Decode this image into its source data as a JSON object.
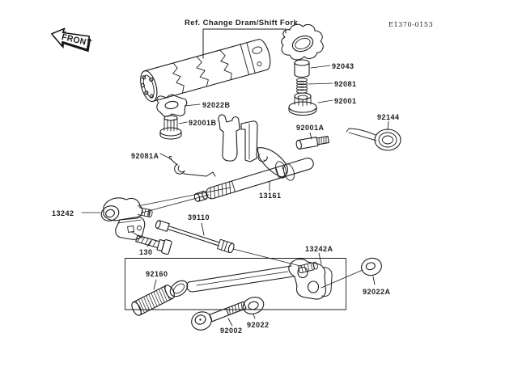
{
  "header": {
    "front_label": "FRONT",
    "title": "Ref. Change Dram/Shift Fork",
    "doc_code": "E1370-0153"
  },
  "callouts": {
    "c92043": "92043",
    "c92081": "92081",
    "c92001": "92001",
    "c92022B": "92022B",
    "c92001B": "92001B",
    "c92001A": "92001A",
    "c92144": "92144",
    "c92081A": "92081A",
    "c13161": "13161",
    "c13242": "13242",
    "c39110": "39110",
    "c130": "130",
    "c13242A": "13242A",
    "c92160": "92160",
    "c92022A": "92022A",
    "c92002": "92002",
    "c92022": "92022"
  },
  "colors": {
    "ink": "#1c1c1c",
    "paper": "#ffffff"
  }
}
